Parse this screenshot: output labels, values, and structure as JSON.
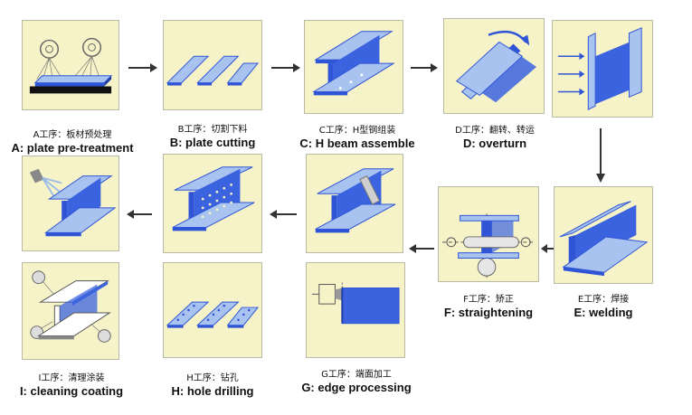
{
  "steps": {
    "A": {
      "zh": "A工序：板材预处理",
      "en": "A: plate pre-treatment"
    },
    "B": {
      "zh": "B工序：切割下料",
      "en": "B: plate cutting"
    },
    "C": {
      "zh": "C工序：H型钢组装",
      "en": "C: H beam assemble"
    },
    "D": {
      "zh": "D工序：翻转、转运",
      "en": "D: overturn"
    },
    "E": {
      "zh": "E工序：焊接",
      "en": "E: welding"
    },
    "F": {
      "zh": "F工序：矫正",
      "en": "F: straightening"
    },
    "G": {
      "zh": "G工序：端面加工",
      "en": "G: edge processing"
    },
    "H": {
      "zh": "H工序：钻孔",
      "en": "H: hole drilling"
    },
    "I": {
      "zh": "I工序：清理涂装",
      "en": "I: cleaning coating"
    }
  },
  "colors": {
    "panel": "#f7f3c8",
    "steel": "#2f54d6",
    "steel_light": "#a9c3f0",
    "arrow": "#333333"
  }
}
